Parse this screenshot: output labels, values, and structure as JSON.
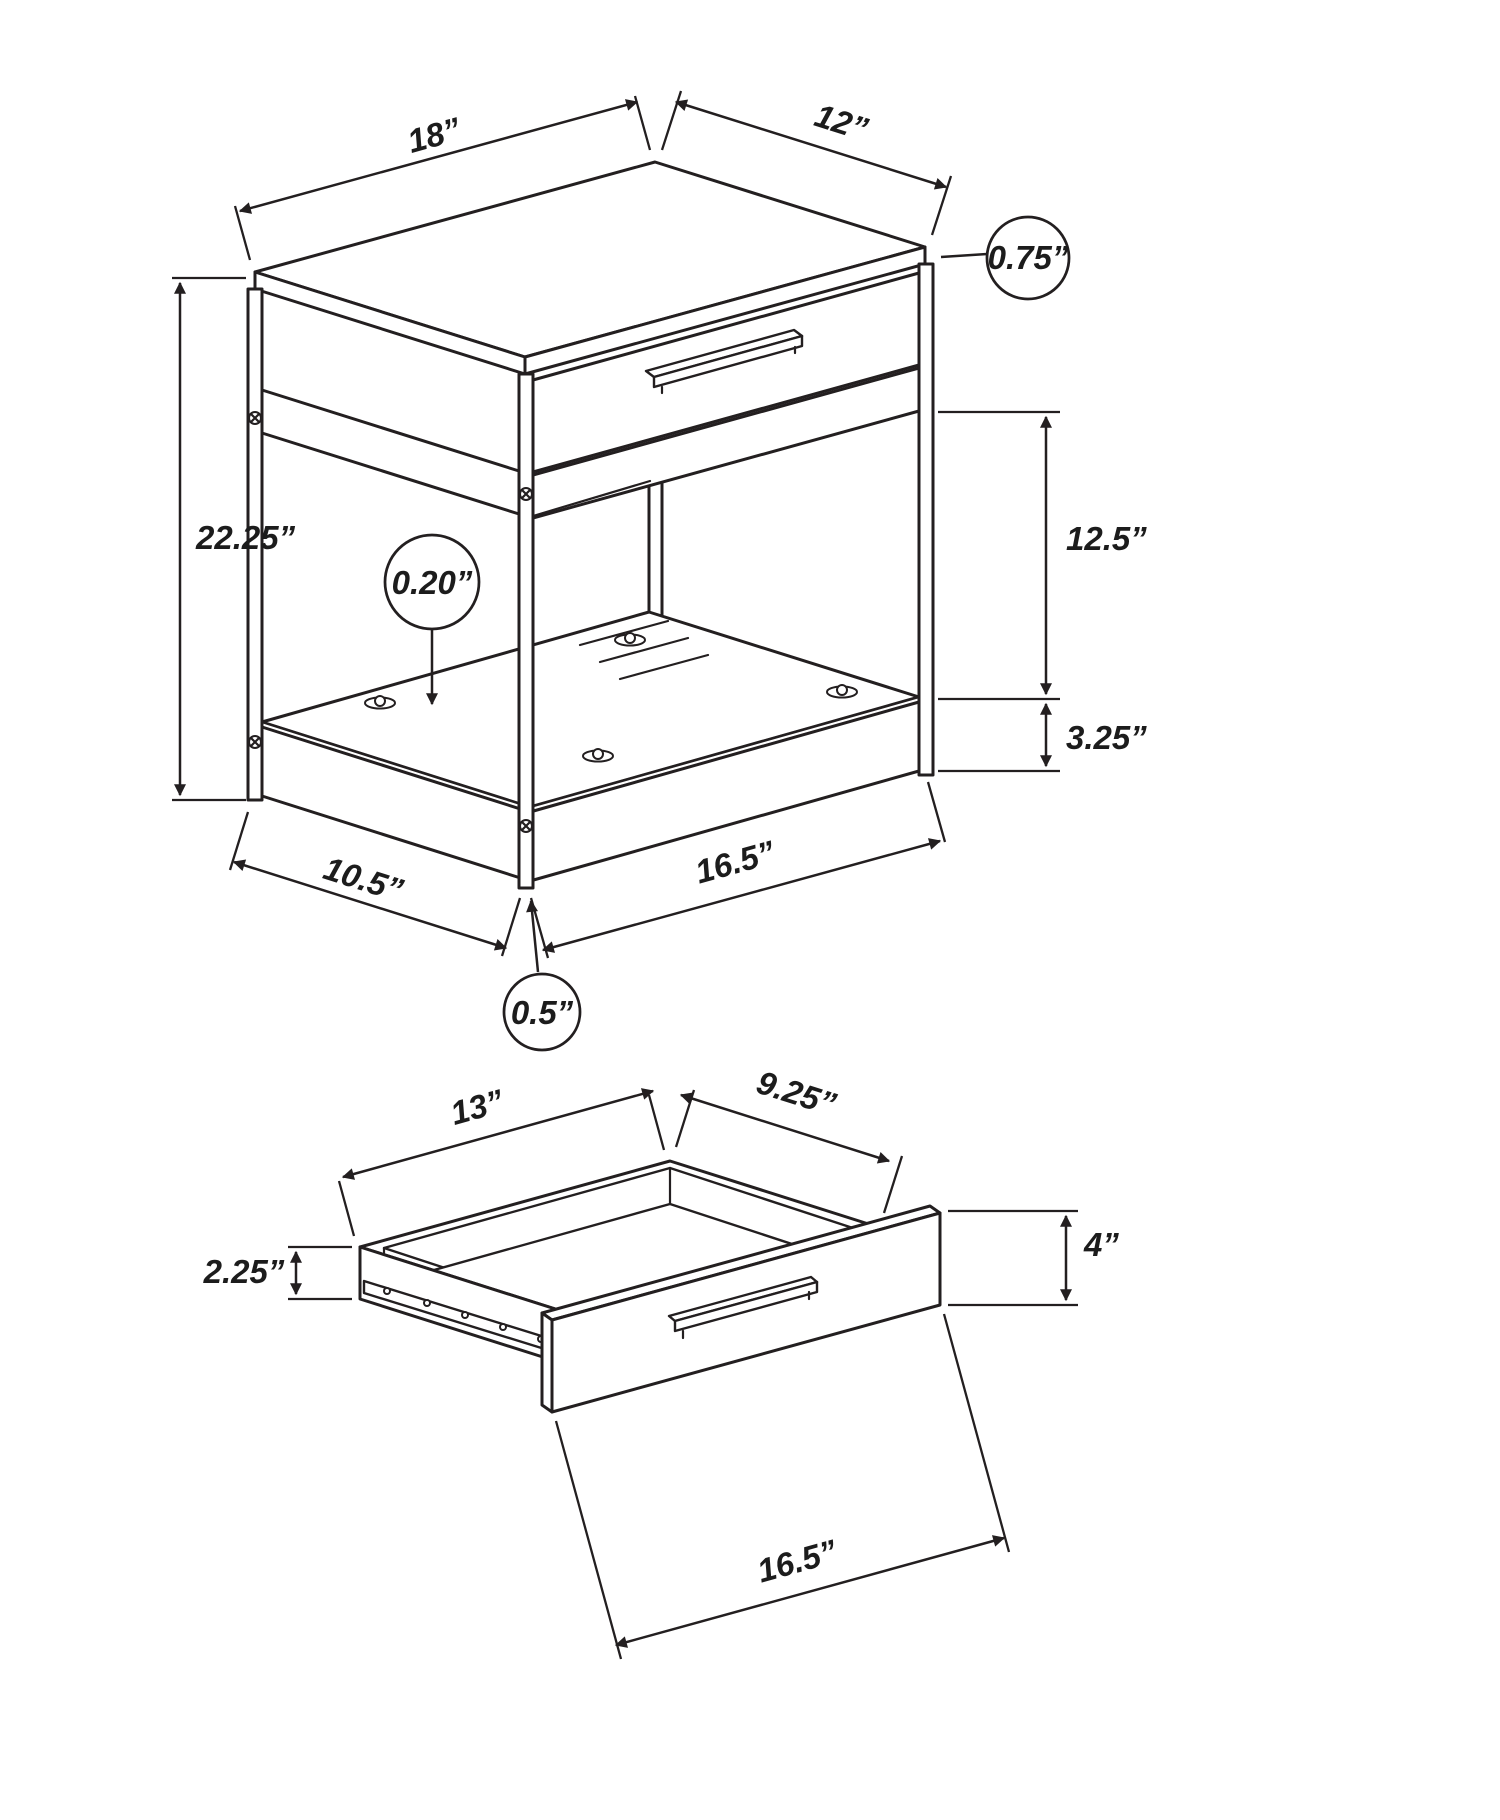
{
  "table": {
    "width_top": "18”",
    "depth_top": "12”",
    "top_thickness": "0.75”",
    "height": "22.25”",
    "shelf_clearance": "12.5”",
    "base_height": "3.25”",
    "glass_thickness": "0.20”",
    "depth_bottom": "10.5”",
    "width_bottom": "16.5”",
    "frame_thickness": "0.5”"
  },
  "drawer": {
    "inner_width": "13”",
    "inner_depth": "9.25”",
    "side_height": "2.25”",
    "front_height": "4”",
    "outer_width": "16.5”"
  },
  "colors": {
    "line": "#231f20",
    "background": "#ffffff"
  }
}
